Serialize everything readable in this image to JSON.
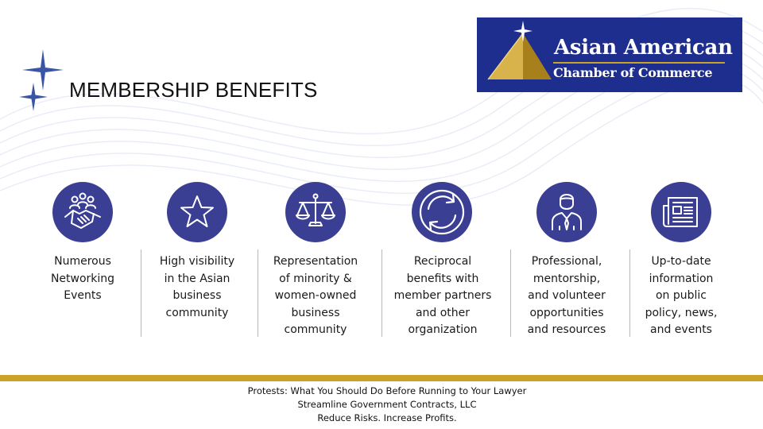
{
  "slide": {
    "title": "MEMBERSHIP BENEFITS"
  },
  "logo": {
    "line1": "Asian American",
    "line2": "Chamber of Commerce"
  },
  "benefits": [
    {
      "icon": "handshake-network-icon",
      "lines": [
        "Numerous",
        "Networking",
        "Events"
      ]
    },
    {
      "icon": "star-icon",
      "lines": [
        "High visibility",
        "in the Asian",
        "business",
        "community"
      ]
    },
    {
      "icon": "scales-icon",
      "lines": [
        "Representation",
        "of minority &",
        "women-owned",
        "business",
        "community"
      ]
    },
    {
      "icon": "reciprocal-arrows-icon",
      "lines": [
        "Reciprocal",
        "benefits with",
        "member partners",
        "and other",
        "organization"
      ]
    },
    {
      "icon": "professional-person-icon",
      "lines": [
        "Professional,",
        "mentorship,",
        "and volunteer",
        "opportunities",
        "and resources"
      ]
    },
    {
      "icon": "newspaper-icon",
      "lines": [
        "Up-to-date",
        "information",
        "on public",
        "policy, news,",
        "and events"
      ]
    }
  ],
  "footer": {
    "line1": "Protests: What You Should Do Before Running to Your Lawyer",
    "line2": "Streamline Government Contracts, LLC",
    "line3": "Reduce Risks. Increase Profits."
  },
  "colors": {
    "navy": "#1d2e8f",
    "icon_circle": "#3a3f93",
    "gold": "#c9a227",
    "sparkle": "#3b55a6"
  }
}
